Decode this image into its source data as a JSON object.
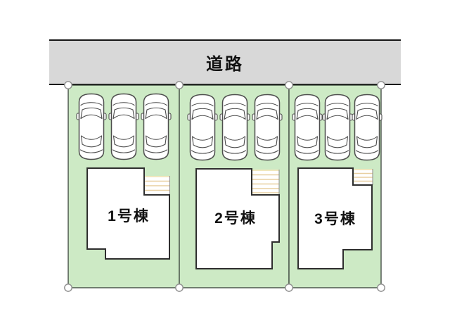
{
  "plan": {
    "road": {
      "label": "道路"
    },
    "lots": [
      {
        "label": "1号棟",
        "parking_spaces": 3
      },
      {
        "label": "2号棟",
        "parking_spaces": 3
      },
      {
        "label": "3号棟",
        "parking_spaces": 3
      }
    ]
  },
  "icons": {
    "car": "car-top-view-icon",
    "handle": "vertex-handle"
  },
  "colors": {
    "road_fill": "#d8d8d8",
    "road_border": "#151515",
    "lot_fill": "#cdeac5",
    "lot_border": "#38423a",
    "house_fill": "#ffffff",
    "house_outline": "#2e2e2e",
    "stairs_line": "#e8cfa0",
    "stairs_top": "#f0e7bd",
    "car_outline": "#4d4d4d",
    "handle_fill": "#ffffff",
    "handle_border": "#8f8f8f"
  }
}
